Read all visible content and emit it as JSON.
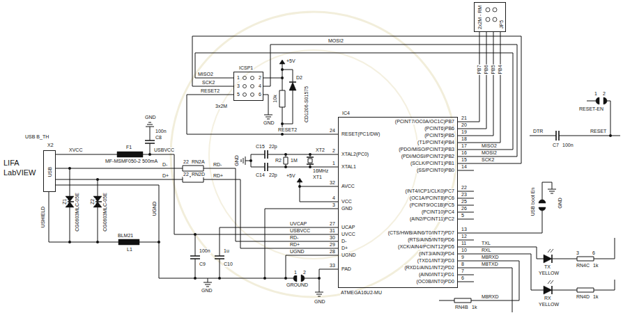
{
  "diagram": {
    "nodes": [
      {
        "text": [
          "USB B_TH",
          "X2",
          "USB"
        ]
      },
      {
        "text": [
          "ICSP1",
          "3x2M"
        ]
      },
      {
        "text": [
          "2x2M - RM",
          "JP5"
        ]
      },
      {
        "text": [
          "IC4",
          "ATMEGA16U2-MU"
        ]
      }
    ],
    "edges": [
      {
        "from": 1,
        "to": 3,
        "arrow": "none"
      },
      {
        "from": 1,
        "to": 3,
        "arrow": "none"
      },
      {
        "from": 1,
        "to": 3,
        "arrow": "none"
      },
      {
        "from": 1,
        "to": 3,
        "arrow": "none"
      },
      {
        "from": 2,
        "to": 3,
        "arrow": "none",
        "label": "PB7"
      },
      {
        "from": 2,
        "to": 3,
        "arrow": "none",
        "label": "PB6"
      },
      {
        "from": 2,
        "to": 3,
        "arrow": "none",
        "label": "PB5"
      },
      {
        "from": 2,
        "to": 3,
        "arrow": "none",
        "label": "PB4"
      }
    ],
    "labels": [
      "LIFA",
      "LabVIEW",
      "XVCC",
      "F1",
      "MF-MSMF050-2 500mA",
      "GND",
      "100n",
      "C8",
      "USBVCC",
      "22",
      "RN2A",
      "D-",
      "RD-",
      "22",
      "RN2D",
      "D+",
      "RD+",
      "UGND",
      "Z1",
      "CG0603MLC-05E",
      "Z2",
      "CG0603MLC-05E",
      "USHIELD",
      "BLM21",
      "L1",
      "100n",
      "C9",
      "1u",
      "C10",
      "GND",
      "1",
      "2",
      "GROUND",
      "GND",
      "UVCAP",
      "USBVCC",
      "RD-",
      "RD+",
      "UGND",
      "MISO2",
      "SCK2",
      "RESET2",
      "MOSI2",
      "+5V",
      "10k",
      "D2",
      "CD1206-S01575",
      "GND",
      "RESET2",
      "24",
      "C15",
      "22p",
      "XT2",
      "2",
      "R2",
      "1M",
      "16MHz",
      "1",
      "GND",
      "C14",
      "22p",
      "XT1",
      "+5V",
      "32",
      "4",
      "3",
      "27",
      "31",
      "30",
      "29",
      "28",
      "33",
      "RESET(PC1/DW)",
      "XTAL2(PC0)",
      "XTAL1",
      "AVCC",
      "VCC",
      "GND",
      "UCAP",
      "UVCC",
      "D-",
      "D+",
      "UGND",
      "PAD",
      "(PCINT7/OC0A/OC1C)PB7",
      "(PCINT6)PB6",
      "(PCINT5)PB5",
      "(T1/PCINT4)PB4",
      "(PDO/MISO/PCINT3)PB3",
      "(PDI/MOSI/PCINT2)PB2",
      "(SCLK/PCINT1)PB1",
      "(SS/PCINT0)PB0",
      "(INT4/ICP1/CLK0)PC7",
      "(OC1A/PCINT8)PC6",
      "(PCINT9/OC1B)PC5",
      "(PCINT10)PC4",
      "(AIN2/PCINT11)PC2",
      "(CTS/HWB/AIN6/T0/INT7)PD7",
      "(RTS/AIN5/INT6)PD6",
      "(XCK/AIN4/PCINT12)PD5",
      "(INT3/AIN3)PD4",
      "(TXD1/INT3)PD3",
      "(RXD1/AIN1/INT2)PD2",
      "(AIN0/INT1)PD1",
      "(OC0B/INT0)PD0",
      "21",
      "20",
      "19",
      "18",
      "17",
      "16",
      "15",
      "14",
      "22",
      "23",
      "25",
      "26",
      "5",
      "13",
      "12",
      "11",
      "10",
      "9",
      "8",
      "7",
      "6",
      "MISO2",
      "MOSI2",
      "SCK2",
      "TXL",
      "RXL",
      "M8RXD",
      "M8TXD",
      "DTR",
      "100n",
      "C7",
      "RESET-EN",
      "1",
      "2",
      "RESET",
      "USB boot En",
      "GND",
      "TX",
      "YELLOW",
      "3",
      "6",
      "RN4C",
      "1k",
      "RX",
      "YELLOW",
      "RN4D",
      "1k",
      "RN4B",
      "1k",
      "M8RXD",
      "1",
      "2",
      "3",
      "4",
      "5",
      "6"
    ]
  }
}
